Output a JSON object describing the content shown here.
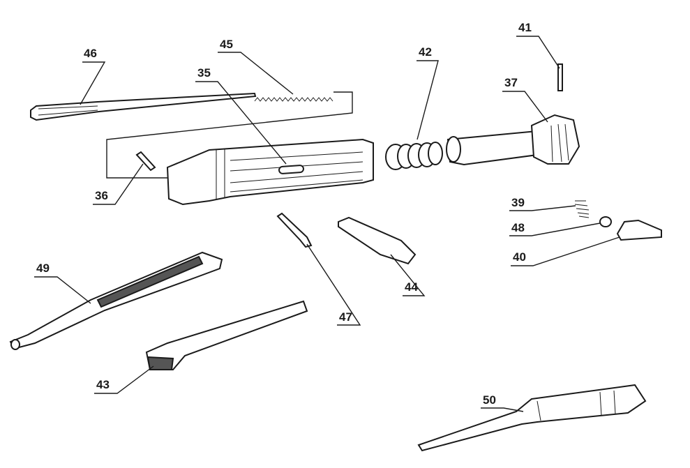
{
  "diagram": {
    "colors": {
      "ink": "#1a1a1a",
      "background": "#ffffff"
    },
    "callouts": [
      {
        "id": "46",
        "label": "46"
      },
      {
        "id": "45",
        "label": "45"
      },
      {
        "id": "35",
        "label": "35"
      },
      {
        "id": "42",
        "label": "42"
      },
      {
        "id": "41",
        "label": "41"
      },
      {
        "id": "37",
        "label": "37"
      },
      {
        "id": "36",
        "label": "36"
      },
      {
        "id": "39",
        "label": "39"
      },
      {
        "id": "48",
        "label": "48"
      },
      {
        "id": "40",
        "label": "40"
      },
      {
        "id": "49",
        "label": "49"
      },
      {
        "id": "47",
        "label": "47"
      },
      {
        "id": "44",
        "label": "44"
      },
      {
        "id": "43",
        "label": "43"
      },
      {
        "id": "50",
        "label": "50"
      }
    ]
  }
}
